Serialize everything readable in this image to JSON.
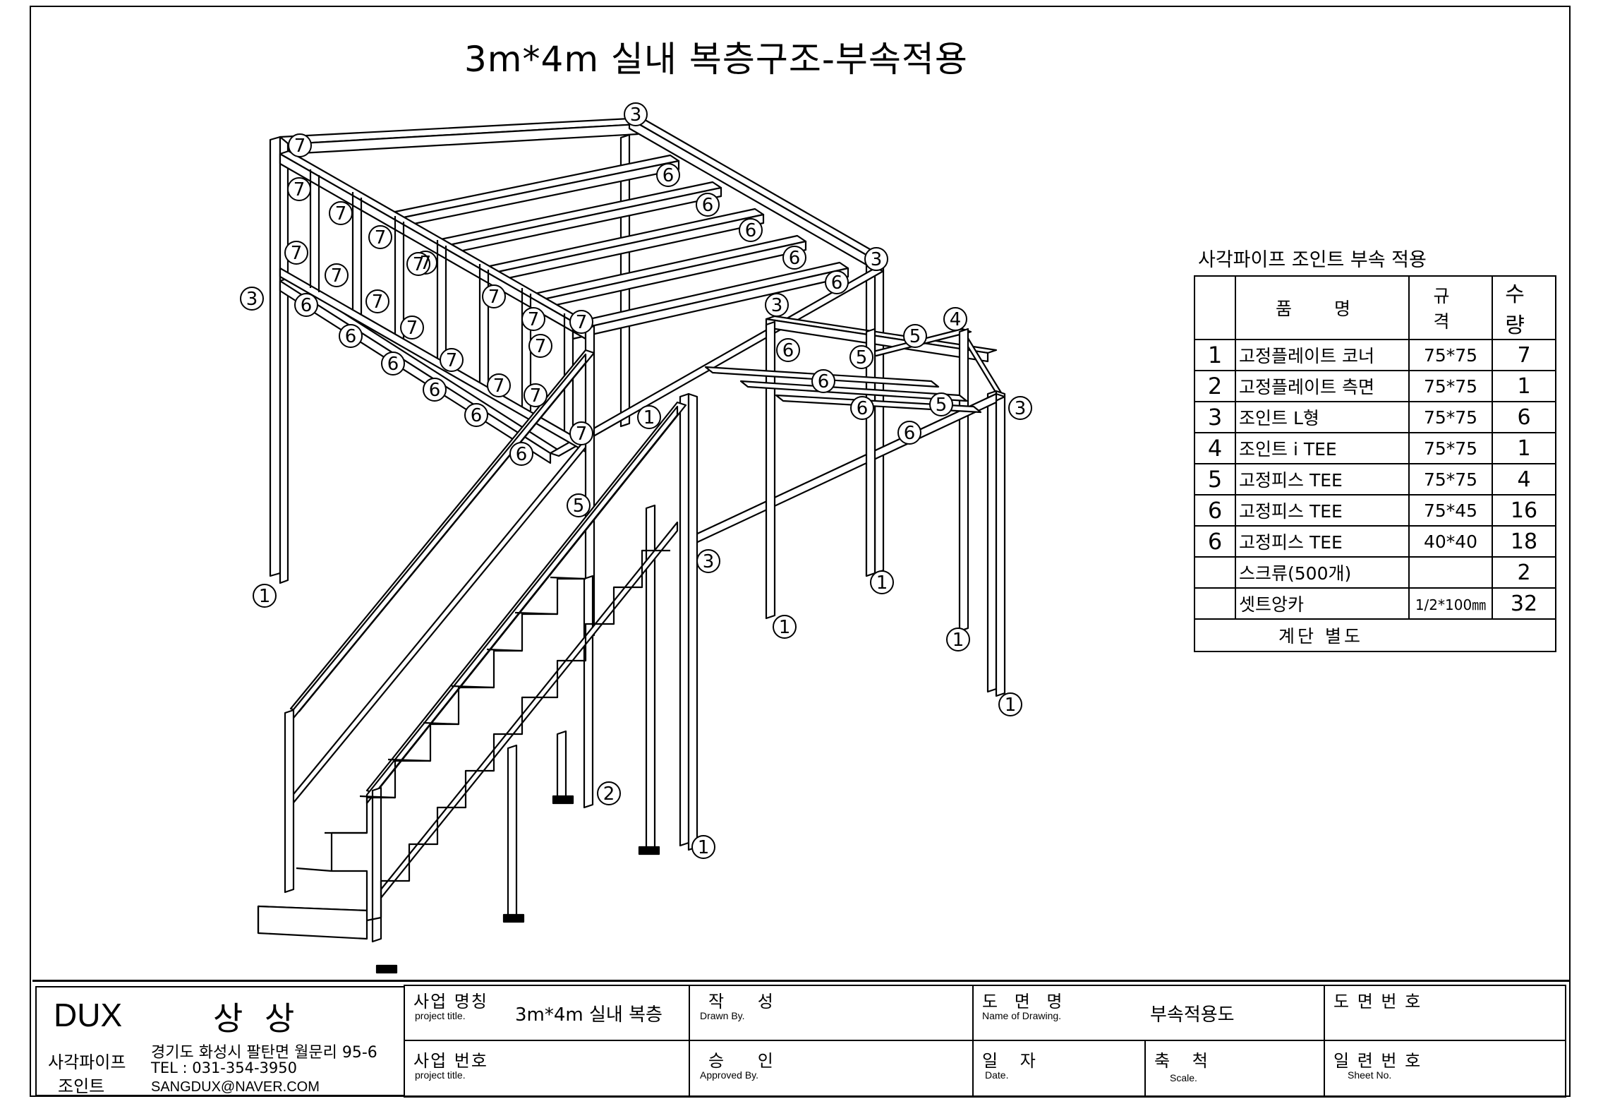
{
  "title": "3m*4m 실내 복층구조-부속적용",
  "callouts": [
    "1",
    "2",
    "3",
    "4",
    "5",
    "6",
    "7"
  ],
  "parts_table": {
    "caption": "사각파이프 조인트 부속 적용",
    "headers": {
      "name": "품 명",
      "spec": "규 격",
      "qty": "수 량"
    },
    "rows": [
      {
        "no": "1",
        "name": "고정플레이트 코너",
        "spec": "75*75",
        "qty": "7"
      },
      {
        "no": "2",
        "name": "고정플레이트 측면",
        "spec": "75*75",
        "qty": "1"
      },
      {
        "no": "3",
        "name": "조인트 L형",
        "spec": "75*75",
        "qty": "6"
      },
      {
        "no": "4",
        "name": "조인트 i TEE",
        "spec": "75*75",
        "qty": "1"
      },
      {
        "no": "5",
        "name": "고정피스 TEE",
        "spec": "75*75",
        "qty": "4"
      },
      {
        "no": "6",
        "name": "고정피스 TEE",
        "spec": "75*45",
        "qty": "16"
      },
      {
        "no": "6",
        "name": "고정피스 TEE",
        "spec": "40*40",
        "qty": "18"
      },
      {
        "no": "",
        "name": "스크류(500개)",
        "spec": "",
        "qty": "2"
      },
      {
        "no": "",
        "name": "셋트앙카",
        "spec": "1/2*100㎜",
        "qty": "32"
      }
    ],
    "footer": "계단 별도"
  },
  "title_block": {
    "company": {
      "brand": "DUX",
      "name": "상 상",
      "sub_line1": "사각파이프",
      "sub_line2": "조인트",
      "address": "경기도 화성시 팔탄면 월문리 95-6",
      "tel": "TEL : 031-354-3950",
      "email": "SANGDUX@NAVER.COM"
    },
    "project_name": {
      "label_ko": "사업 명칭",
      "label_en": "project title.",
      "value": "3m*4m 실내 복층"
    },
    "project_no": {
      "label_ko": "사업 번호",
      "label_en": "project title."
    },
    "drawn": {
      "label_ko": "작 성",
      "label_en": "Drawn By."
    },
    "approved": {
      "label_ko": "승 인",
      "label_en": "Approved By."
    },
    "drawing_name": {
      "label_ko": "도 면 명",
      "label_en": "Name of Drawing.",
      "value": "부속적용도"
    },
    "date": {
      "label_ko": "일 자",
      "label_en": "Date."
    },
    "scale": {
      "label_ko": "축 척",
      "label_en": "Scale."
    },
    "drawing_no": {
      "label_ko": "도 면 번 호"
    },
    "sheet_no": {
      "label_ko": "일 련 번 호",
      "label_en": "Sheet No."
    }
  }
}
